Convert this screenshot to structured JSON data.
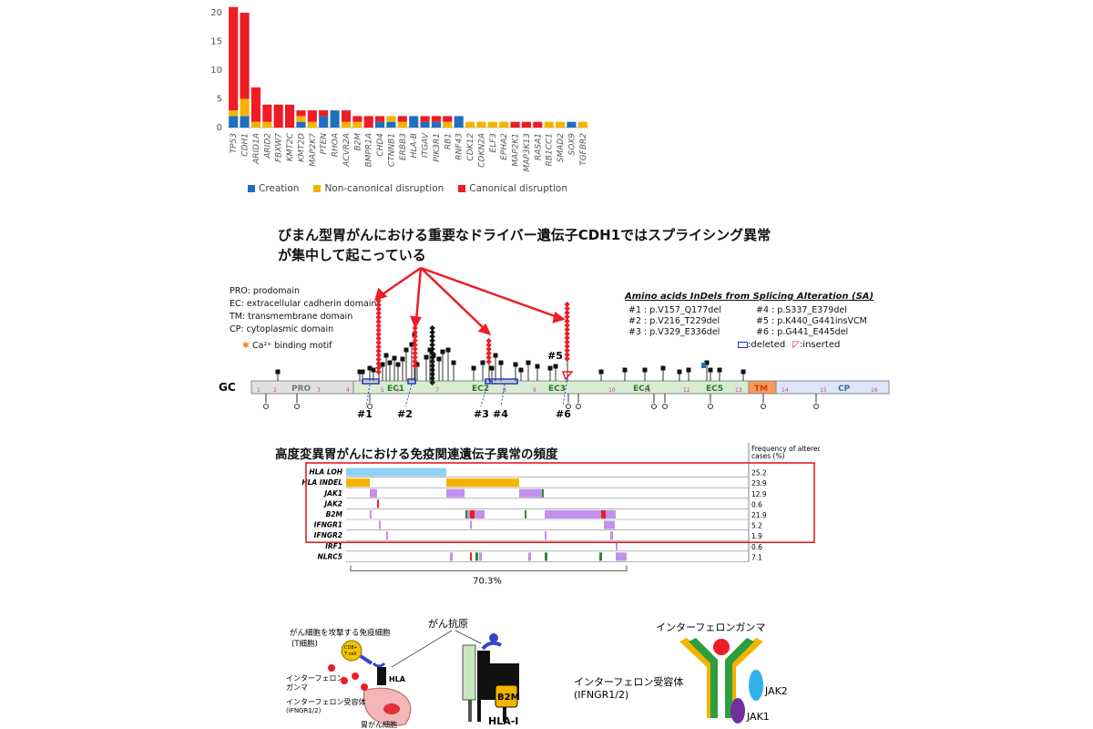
{
  "colors": {
    "creation": "#1f6fbf",
    "noncanonical": "#f5b300",
    "canonical": "#ee1c25",
    "purple": "#c390ec",
    "lightblue": "#8fd0f5",
    "orange": "#f5b300",
    "green": "#2e8b2e",
    "red": "#ee1c25"
  },
  "chart_data": [
    {
      "type": "bar",
      "stacked": true,
      "categories": [
        "TP53",
        "CDH1",
        "ARID1A",
        "ARID2",
        "FBXW7",
        "KMT2C",
        "KMT2D",
        "MAP2K7",
        "PTEN",
        "RHOA",
        "ACVR2A",
        "B2M",
        "BMPR1A",
        "CHD4",
        "CTNNB1",
        "ERBB3",
        "HLA-B",
        "ITGAV",
        "PIK3R1",
        "RB1",
        "RNF43",
        "CDK12",
        "CDKN2A",
        "ELF3",
        "EPHA2",
        "MAP2K1",
        "MAP3K13",
        "RASA1",
        "RB1CC1",
        "SMAD2",
        "SOX9",
        "TGFBR2"
      ],
      "series": [
        {
          "name": "Creation",
          "values": [
            2,
            2,
            0,
            0,
            0,
            0,
            1,
            0,
            2,
            3,
            0,
            0,
            0,
            1,
            1,
            0,
            2,
            1,
            1,
            0,
            2,
            0,
            0,
            0,
            0,
            0,
            0,
            0,
            0,
            0,
            1,
            0
          ]
        },
        {
          "name": "Non-canonical disruption",
          "values": [
            1,
            3,
            1,
            1,
            0,
            0,
            1,
            1,
            0,
            0,
            1,
            1,
            0,
            0,
            1,
            1,
            0,
            0,
            0,
            1,
            0,
            1,
            1,
            1,
            1,
            0,
            0,
            0,
            1,
            1,
            0,
            1
          ]
        },
        {
          "name": "Canonical disruption",
          "values": [
            18,
            15,
            6,
            3,
            4,
            4,
            1,
            2,
            1,
            0,
            2,
            1,
            2,
            1,
            0,
            1,
            0,
            1,
            1,
            1,
            0,
            0,
            0,
            0,
            0,
            1,
            1,
            1,
            0,
            0,
            0,
            0
          ]
        }
      ],
      "yticks": [
        "0",
        "5",
        "10",
        "15",
        "20"
      ],
      "ylim": [
        0,
        21
      ],
      "legend": [
        "Creation",
        "Non-canonical disruption",
        "Canonical disruption"
      ]
    },
    {
      "type": "table",
      "header": "Frequency of altered cases (%)",
      "rows": [
        {
          "gene": "HLA LOH",
          "freq": "25.2"
        },
        {
          "gene": "HLA INDEL",
          "freq": "23.9"
        },
        {
          "gene": "JAK1",
          "freq": "12.9"
        },
        {
          "gene": "JAK2",
          "freq": "0.6"
        },
        {
          "gene": "B2M",
          "freq": "21.9"
        },
        {
          "gene": "IFNGR1",
          "freq": "5.2"
        },
        {
          "gene": "IFNGR2",
          "freq": "1.9"
        },
        {
          "gene": "IRF1",
          "freq": "0.6"
        },
        {
          "gene": "NLRC5",
          "freq": "7.1"
        }
      ],
      "bracket_label": "70.3%"
    }
  ],
  "cdh1": {
    "title_line1": "びまん型胃がんにおける重要なドライバー遺伝子CDH1ではスプライシング異常",
    "title_line2": "が集中して起こっている",
    "defs": [
      "PRO: prodomain",
      "EC: extracellular cadherin domains",
      "TM: transmembrane domain",
      "CP: cytoplasmic domain"
    ],
    "ca_motif": "Ca²⁺ binding motif",
    "sa_title": "Amino acids InDels from Splicing Alteration (SA)",
    "sa_items": [
      "#1 : p.V157_Q177del",
      "#4 : p.S337_E379del",
      "#2 : p.V216_T229del",
      "#5 : p.K440_G441insVCM",
      "#3 : p.V329_E336del",
      "#6 : p.G441_E445del"
    ],
    "deleted_label": ":deleted",
    "inserted_label": ":inserted",
    "gc_label": "GC",
    "domains": [
      "PRO",
      "EC1",
      "EC2",
      "EC3",
      "EC4",
      "EC5",
      "TM",
      "CP"
    ],
    "markers": [
      "#1",
      "#2",
      "#3",
      "#4",
      "#5",
      "#6"
    ],
    "exons": [
      "1",
      "2",
      "3",
      "4",
      "5",
      "6",
      "7",
      "8",
      "9",
      "10",
      "11",
      "12",
      "13",
      "14",
      "15",
      "16"
    ]
  },
  "immune": {
    "title": "高度変異胃がんにおける免疫関連遺伝子異常の頻度"
  },
  "bottom": {
    "immune_cell": "がん細胞を攻撃する免疫細胞",
    "t_cell_paren": "(T細胞)",
    "cd8": "CD8+",
    "tcell": "T cell",
    "ifng": "インターフェロン",
    "ifng2": "ガンマ",
    "hla": "HLA",
    "receptor": "インターフェロン受容体",
    "receptor2": "(IFNGR1/2)",
    "cancer_cell": "胃がん細胞",
    "antigen": "がん抗原",
    "b2m": "B2M",
    "hla1": "HLA-I",
    "ifn_gamma": "インターフェロンガンマ",
    "ifn_receptor": "インターフェロン受容体",
    "ifngr": "(IFNGR1/2)",
    "jak2": "JAK2",
    "jak1": "JAK1"
  }
}
